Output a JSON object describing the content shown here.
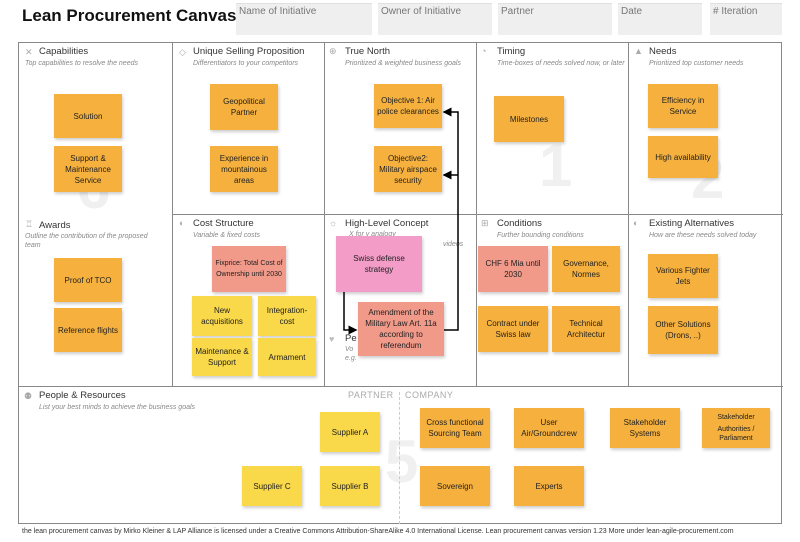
{
  "header": {
    "title": "Lean Procurement Canvas",
    "fields": [
      "Name of Initiative",
      "Owner of Initiative",
      "Partner",
      "Date",
      "# Iteration"
    ]
  },
  "cells": {
    "capabilities": {
      "title": "Capabilities",
      "sub": "Top capabilities to resolve the needs"
    },
    "usp": {
      "title": "Unique Selling Proposition",
      "sub": "Differentiators to your competitors"
    },
    "true_north": {
      "title": "True North",
      "sub": "Prioritized & weighted business goals"
    },
    "timing": {
      "title": "Timing",
      "sub": "Time-boxes of needs solved now, or later"
    },
    "needs": {
      "title": "Needs",
      "sub": "Prioritized top customer needs"
    },
    "awards": {
      "title": "Awards",
      "sub": "Outline the contribution of the proposed team"
    },
    "cost": {
      "title": "Cost Structure",
      "sub": "Variable & fixed costs"
    },
    "concept": {
      "title": "High-Level Concept",
      "sub": "X for y analogy",
      "sub2": "videos"
    },
    "conditions": {
      "title": "Conditions",
      "sub": "Further bounding conditions"
    },
    "alternatives": {
      "title": "Existing Alternatives",
      "sub": "How are these needs solved today"
    },
    "peer": {
      "title": "Pe",
      "sub": "Vo",
      "sub2": "e.g."
    },
    "people": {
      "title": "People & Resources",
      "sub": "List your best minds to achieve the business goals"
    }
  },
  "divider": {
    "left": "PARTNER",
    "right": "COMPANY"
  },
  "notes": {
    "solution": "Solution",
    "support": "Support & Maintenance Service",
    "geo": "Geopolitical Partner",
    "experience": "Experience in mountainous areas",
    "obj1": "Objective 1: Air police clearances",
    "obj2": "Objective2: Military airspace security",
    "milestones": "Milestones",
    "efficiency": "Efficiency in Service",
    "availability": "High availability",
    "tco": "Proof of TCO",
    "flights": "Reference flights",
    "fixprice": "Fixprice: Total Cost of Ownership until 2030",
    "newacq": "New acquisitions",
    "integration": "Integration-cost",
    "maintenance": "Maintenance & Support",
    "armament": "Armament",
    "defense": "Swiss defense strategy",
    "amendment": "Amendment of the Military Law Art. 11a according to referendum",
    "chf": "CHF 6 Mia until 2030",
    "governance": "Governance, Normes",
    "contract": "Contract under Swiss law",
    "tech": "Technical Architectur",
    "fighter": "Various Fighter Jets",
    "other": "Other Solutions (Drons, ..)",
    "supA": "Supplier A",
    "supB": "Supplier B",
    "supC": "Supplier C",
    "crossteam": "Cross functional Sourcing Team",
    "user": "User Air/Groundcrew",
    "stakesys": "Stakeholder Systems",
    "stakeauth_title": "Stakeholder",
    "stakeauth_body": "Authorities / Parliament",
    "sovereign": "Sovereign",
    "experts": "Experts"
  },
  "footer": "the lean procurement canvas by Mirko Kleiner & LAP Alliance is licensed under a Creative Commons Attribution-ShareAlike 4.0 International License. Lean procurement canvas version 1.23    More under lean-agile-procurement.com",
  "colors": {
    "orange": "#f5b03d",
    "yellow": "#f9d84a",
    "salmon": "#f29a8a",
    "pink": "#f29cc7"
  }
}
